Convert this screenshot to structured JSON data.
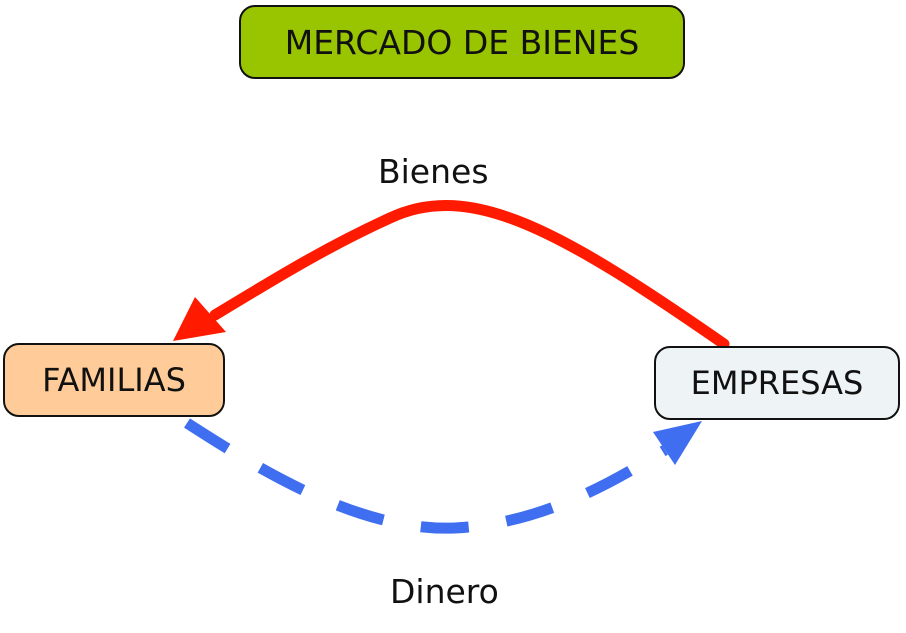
{
  "diagram": {
    "title": "MERCADO DE BIENES",
    "nodes": {
      "familias": "FAMILIAS",
      "empresas": "EMPRESAS"
    },
    "edges": {
      "goods": {
        "label": "Bienes",
        "from": "EMPRESAS",
        "to": "FAMILIAS",
        "style": "solid",
        "color": "#ff1a00"
      },
      "money": {
        "label": "Dinero",
        "from": "FAMILIAS",
        "to": "EMPRESAS",
        "style": "dashed",
        "color": "#3f6ff0"
      }
    }
  },
  "colors": {
    "title_fill": "#99c400",
    "familias_fill": "#ffcc99",
    "empresas_fill": "#eef3f5"
  }
}
